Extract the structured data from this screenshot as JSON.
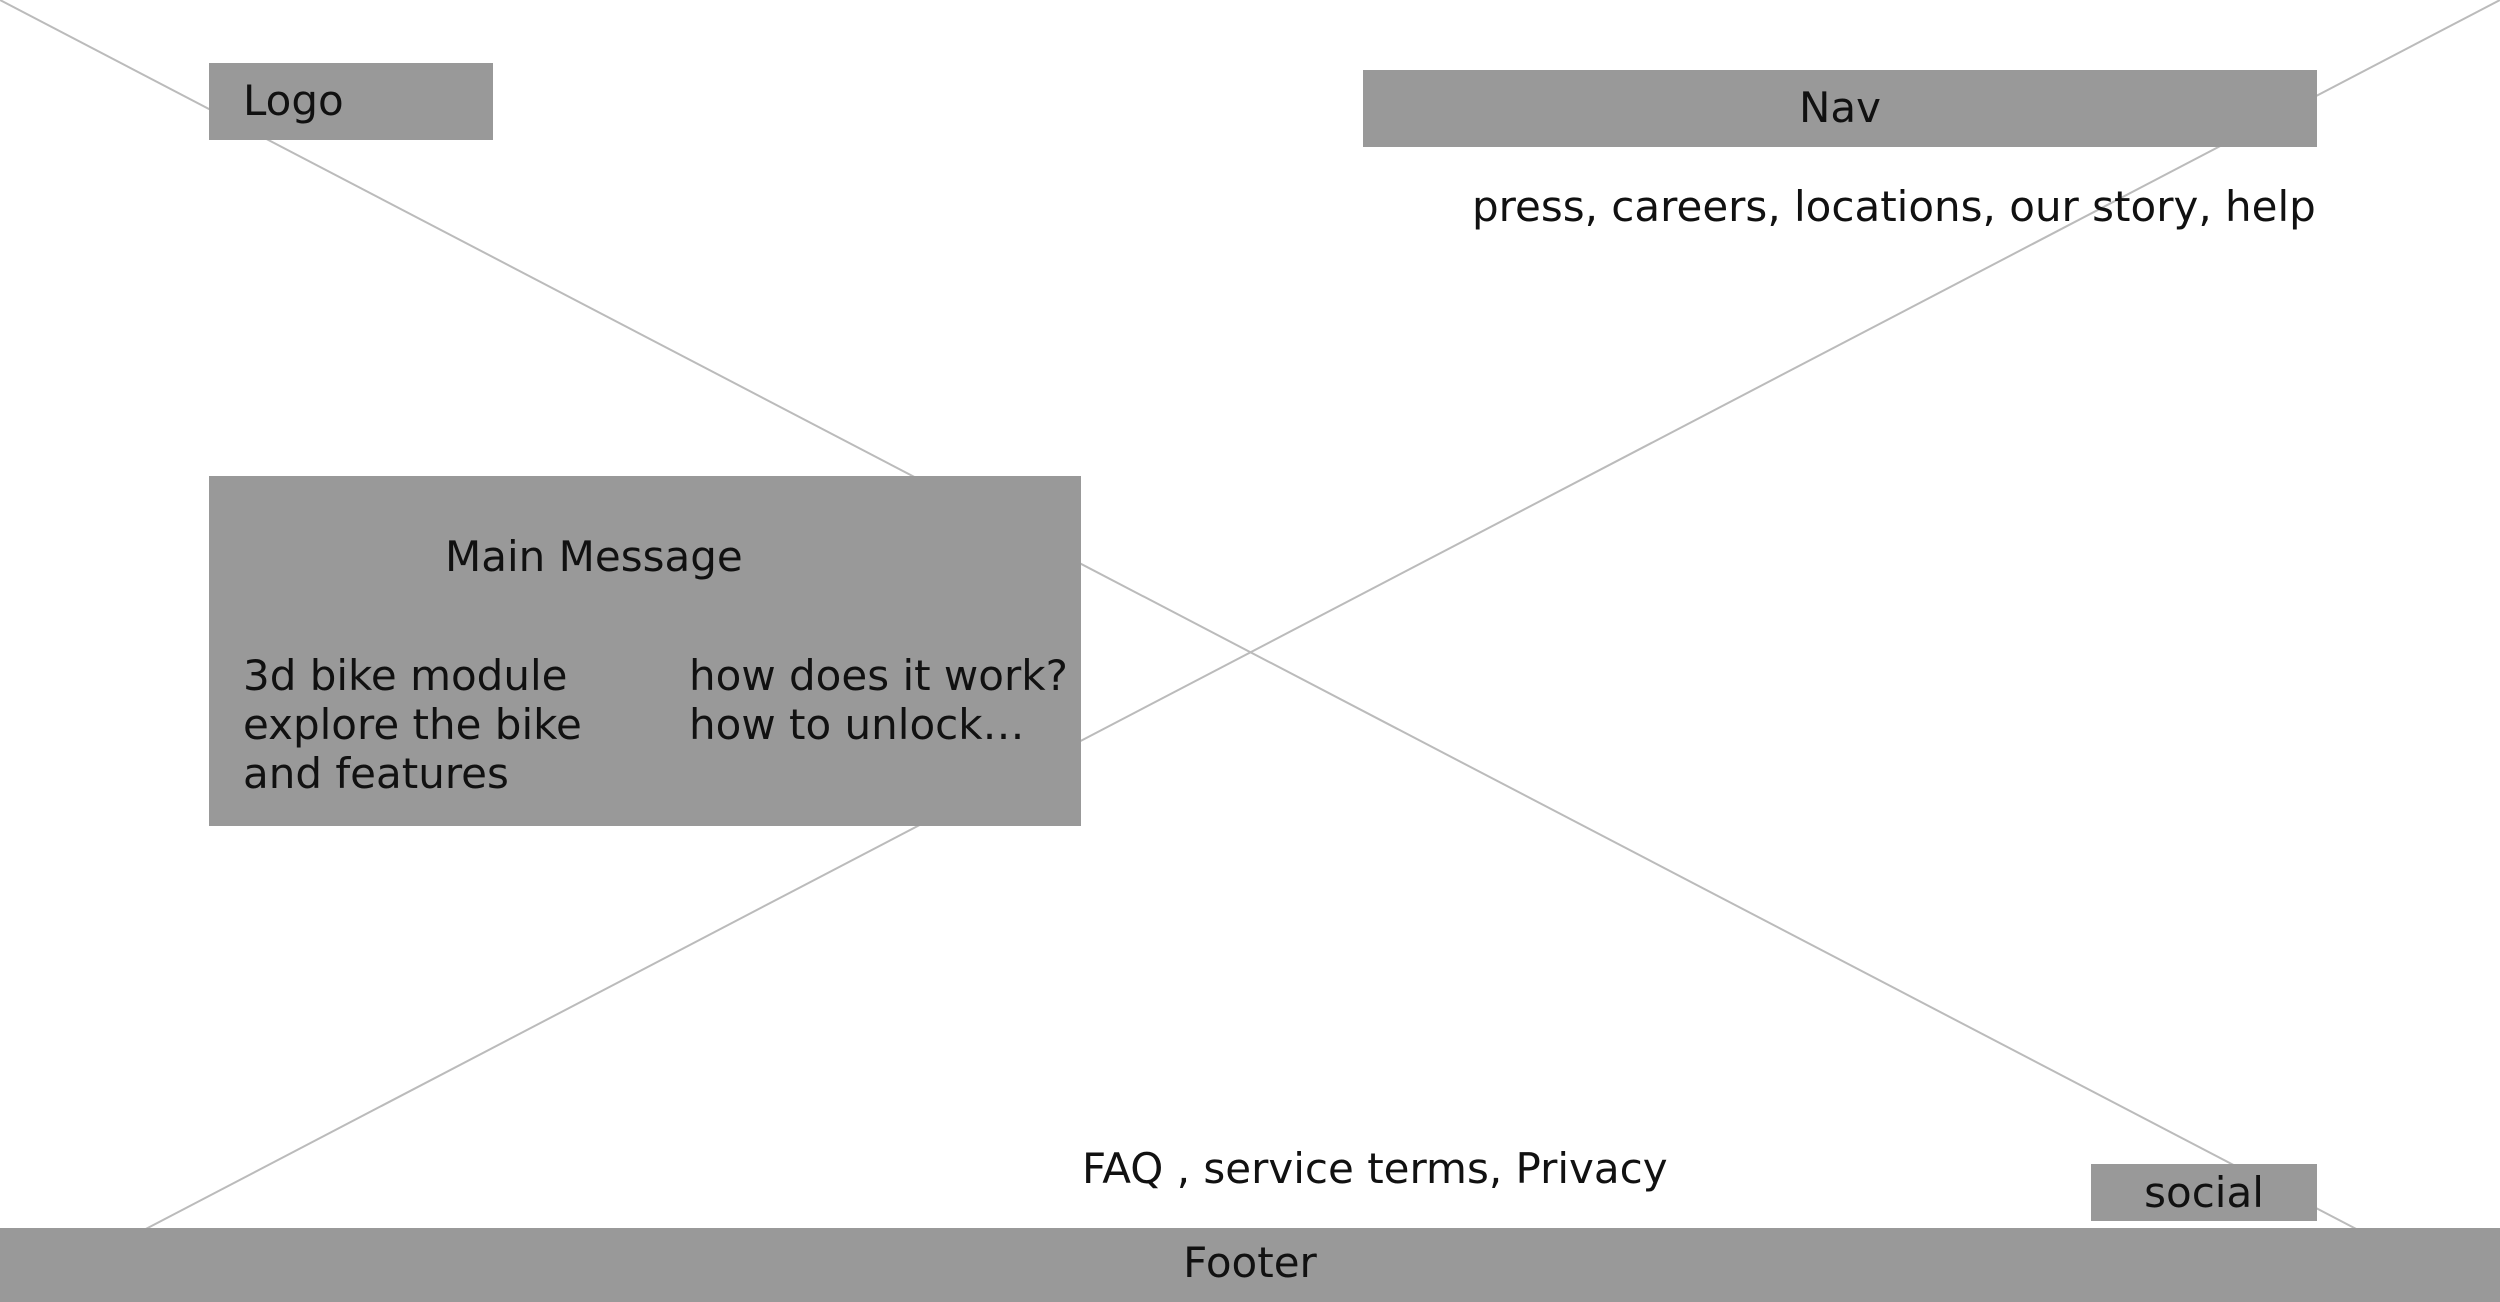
{
  "header": {
    "logo_label": "Logo",
    "nav_label": "Nav",
    "nav_links": "press, careers, locations, our story, help"
  },
  "main": {
    "title": "Main Message",
    "left_lines": [
      "3d bike module",
      "explore the bike",
      "and features"
    ],
    "right_lines": [
      "how does it work?",
      "how to unlock…"
    ]
  },
  "footer": {
    "links": "FAQ , service terms, Privacy",
    "social_label": "social",
    "footer_label": "Footer"
  },
  "colors": {
    "placeholder_fill": "#999999",
    "background": "#ffffff",
    "text": "#111111",
    "cross_line": "#bbbbbb"
  }
}
